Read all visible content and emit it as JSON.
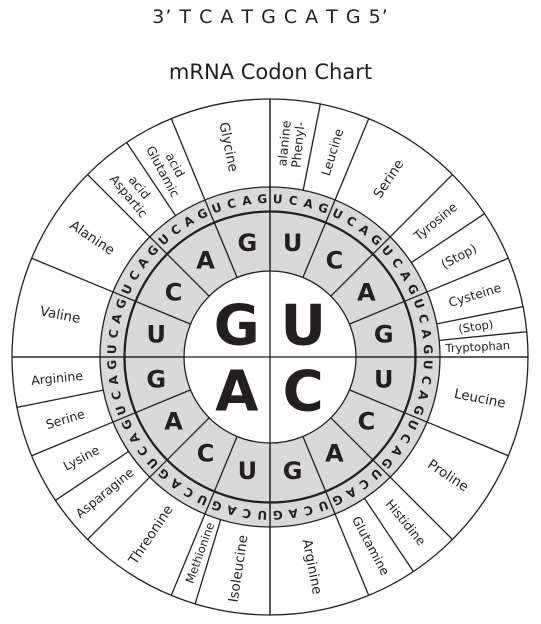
{
  "strand": "3’ T C A T G C A T G 5’",
  "title": "mRNA Codon Chart",
  "colors": {
    "ring": "#d9d9d9",
    "line": "#231f20",
    "text": "#231f20"
  },
  "first": [
    {
      "base": "G",
      "from": 180,
      "to": 270
    },
    {
      "base": "U",
      "from": 270,
      "to": 360
    },
    {
      "base": "C",
      "from": 0,
      "to": 90
    },
    {
      "base": "A",
      "from": 90,
      "to": 180
    }
  ],
  "second": [
    {
      "base": "U",
      "from": 180,
      "to": 202.5
    },
    {
      "base": "C",
      "from": 202.5,
      "to": 225
    },
    {
      "base": "A",
      "from": 225,
      "to": 247.5
    },
    {
      "base": "G",
      "from": 247.5,
      "to": 270
    },
    {
      "base": "U",
      "from": 270,
      "to": 292.5
    },
    {
      "base": "C",
      "from": 292.5,
      "to": 315
    },
    {
      "base": "A",
      "from": 315,
      "to": 337.5
    },
    {
      "base": "G",
      "from": 337.5,
      "to": 360
    },
    {
      "base": "U",
      "from": 0,
      "to": 22.5
    },
    {
      "base": "C",
      "from": 22.5,
      "to": 45
    },
    {
      "base": "A",
      "from": 45,
      "to": 67.5
    },
    {
      "base": "G",
      "from": 67.5,
      "to": 90
    },
    {
      "base": "U",
      "from": 90,
      "to": 112.5
    },
    {
      "base": "C",
      "from": 112.5,
      "to": 135
    },
    {
      "base": "A",
      "from": 135,
      "to": 157.5
    },
    {
      "base": "G",
      "from": 157.5,
      "to": 180
    }
  ],
  "third": "UCAG",
  "amino_acids": [
    {
      "lines": [
        "Valine"
      ],
      "from": 180,
      "to": 202.5
    },
    {
      "lines": [
        "Alanine"
      ],
      "from": 202.5,
      "to": 225
    },
    {
      "lines": [
        "Aspartic",
        "acid"
      ],
      "from": 225,
      "to": 236.25
    },
    {
      "lines": [
        "Glutamic",
        "acid"
      ],
      "from": 236.25,
      "to": 247.5
    },
    {
      "lines": [
        "Glycine"
      ],
      "from": 247.5,
      "to": 270
    },
    {
      "lines": [
        "Phenyl-",
        "alanine"
      ],
      "from": 270,
      "to": 281.25
    },
    {
      "lines": [
        "Leucine"
      ],
      "from": 281.25,
      "to": 292.5
    },
    {
      "lines": [
        "Serine"
      ],
      "from": 292.5,
      "to": 315
    },
    {
      "lines": [
        "Tyrosine"
      ],
      "from": 315,
      "to": 326.25
    },
    {
      "lines": [
        "(Stop)"
      ],
      "from": 326.25,
      "to": 337.5
    },
    {
      "lines": [
        "Cysteine"
      ],
      "from": 337.5,
      "to": 348.75
    },
    {
      "lines": [
        "(Stop)"
      ],
      "from": 348.75,
      "to": 354.375
    },
    {
      "lines": [
        "Tryptophan"
      ],
      "from": 354.375,
      "to": 360
    },
    {
      "lines": [
        "Leucine"
      ],
      "from": 0,
      "to": 22.5
    },
    {
      "lines": [
        "Proline"
      ],
      "from": 22.5,
      "to": 45
    },
    {
      "lines": [
        "Histidine"
      ],
      "from": 45,
      "to": 56.25
    },
    {
      "lines": [
        "Glutamine"
      ],
      "from": 56.25,
      "to": 67.5
    },
    {
      "lines": [
        "Arginine"
      ],
      "from": 67.5,
      "to": 90
    },
    {
      "lines": [
        "Isoleucine"
      ],
      "from": 90,
      "to": 106.875
    },
    {
      "lines": [
        "Methionine"
      ],
      "from": 106.875,
      "to": 112.5
    },
    {
      "lines": [
        "Threonine"
      ],
      "from": 112.5,
      "to": 135
    },
    {
      "lines": [
        "Asparagine"
      ],
      "from": 135,
      "to": 146.25
    },
    {
      "lines": [
        "Lysine"
      ],
      "from": 146.25,
      "to": 157.5
    },
    {
      "lines": [
        "Serine"
      ],
      "from": 157.5,
      "to": 168.75
    },
    {
      "lines": [
        "Arginine"
      ],
      "from": 168.75,
      "to": 180
    }
  ]
}
